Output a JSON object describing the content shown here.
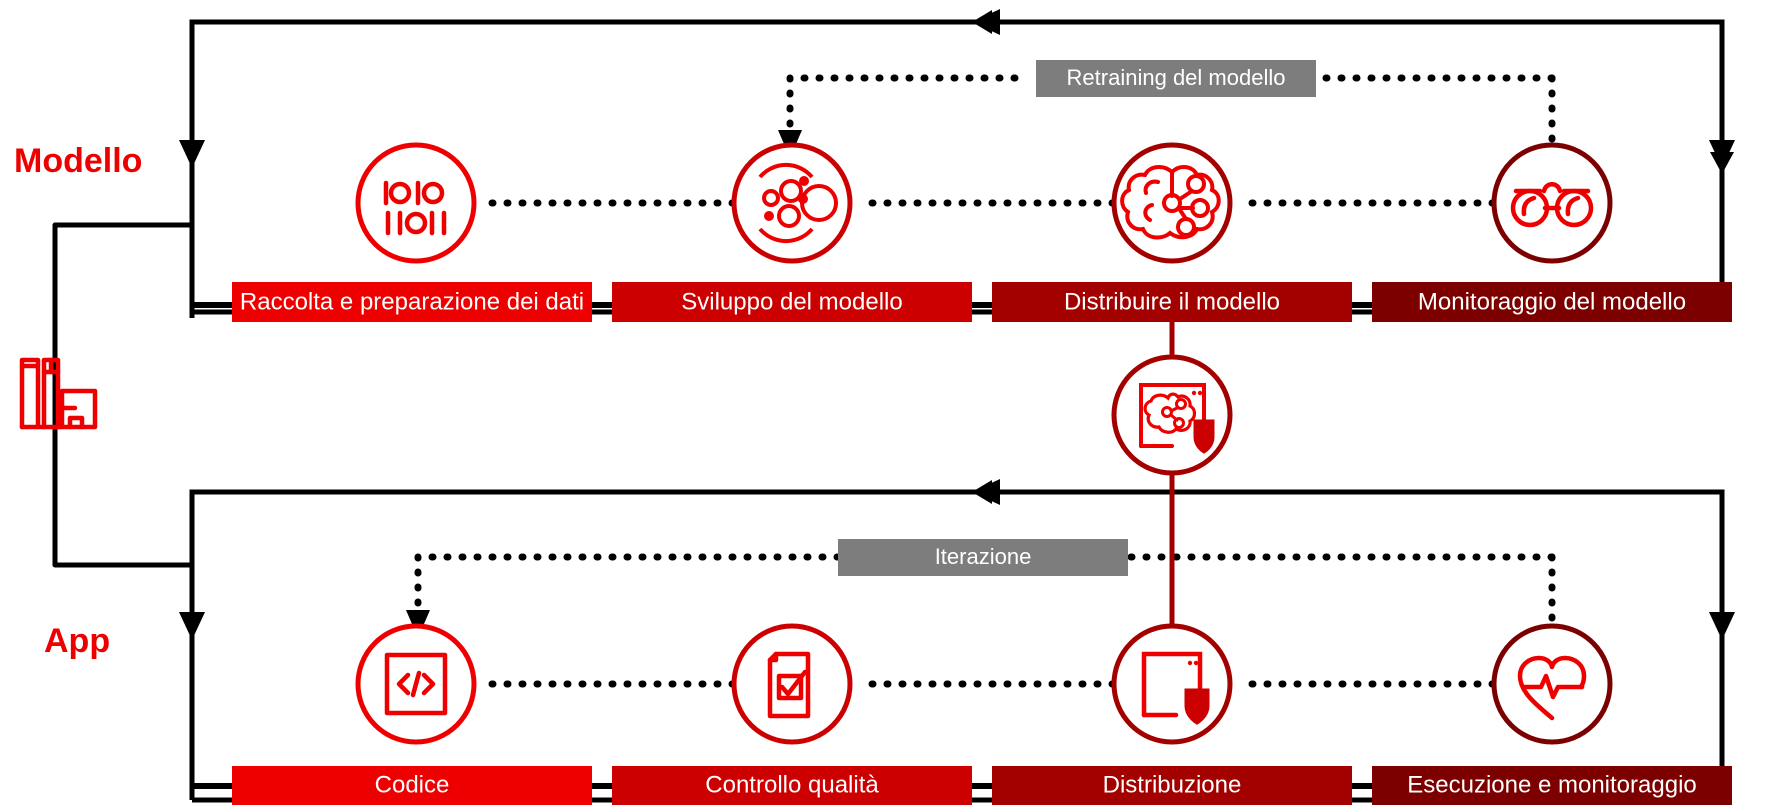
{
  "diagram": {
    "title_lane_model": "Modello",
    "title_lane_app": "App",
    "colors": {
      "bright_red": "#ee0000",
      "red": "#cc0000",
      "dark_red": "#a30000",
      "darkest_red": "#7d0000",
      "gray": "#7d7d7d",
      "black": "#000000",
      "white": "#ffffff"
    },
    "lanes": [
      {
        "name": "model-lane",
        "label": "Modello",
        "loop_label": "Retraining del modello",
        "loop_label_name": "retraining-loop-label",
        "stages": [
          {
            "label": "Raccolta e preparazione dei dati",
            "icon": "binary-data-icon",
            "color": "#ee0000"
          },
          {
            "label": "Sviluppo del modello",
            "icon": "model-clusters-icon",
            "color": "#cc0000"
          },
          {
            "label": "Distribuire il modello",
            "icon": "brain-ai-icon",
            "color": "#a30000"
          },
          {
            "label": "Monitoraggio del modello",
            "icon": "binoculars-icon",
            "color": "#7d0000"
          }
        ]
      },
      {
        "name": "app-lane",
        "label": "App",
        "loop_label": "Iterazione",
        "loop_label_name": "iteration-loop-label",
        "stages": [
          {
            "label": "Codice",
            "icon": "code-brackets-icon",
            "color": "#ee0000"
          },
          {
            "label": "Controllo qualità",
            "icon": "document-check-icon",
            "color": "#cc0000"
          },
          {
            "label": "Distribuzione",
            "icon": "app-shield-icon",
            "color": "#a30000"
          },
          {
            "label": "Esecuzione e monitoraggio",
            "icon": "heart-pulse-icon",
            "color": "#7d0000"
          }
        ]
      }
    ],
    "bridge": {
      "name": "model-serving-bridge",
      "icon": "window-brain-shield-icon"
    },
    "side_icon": {
      "name": "factory-icon"
    }
  }
}
